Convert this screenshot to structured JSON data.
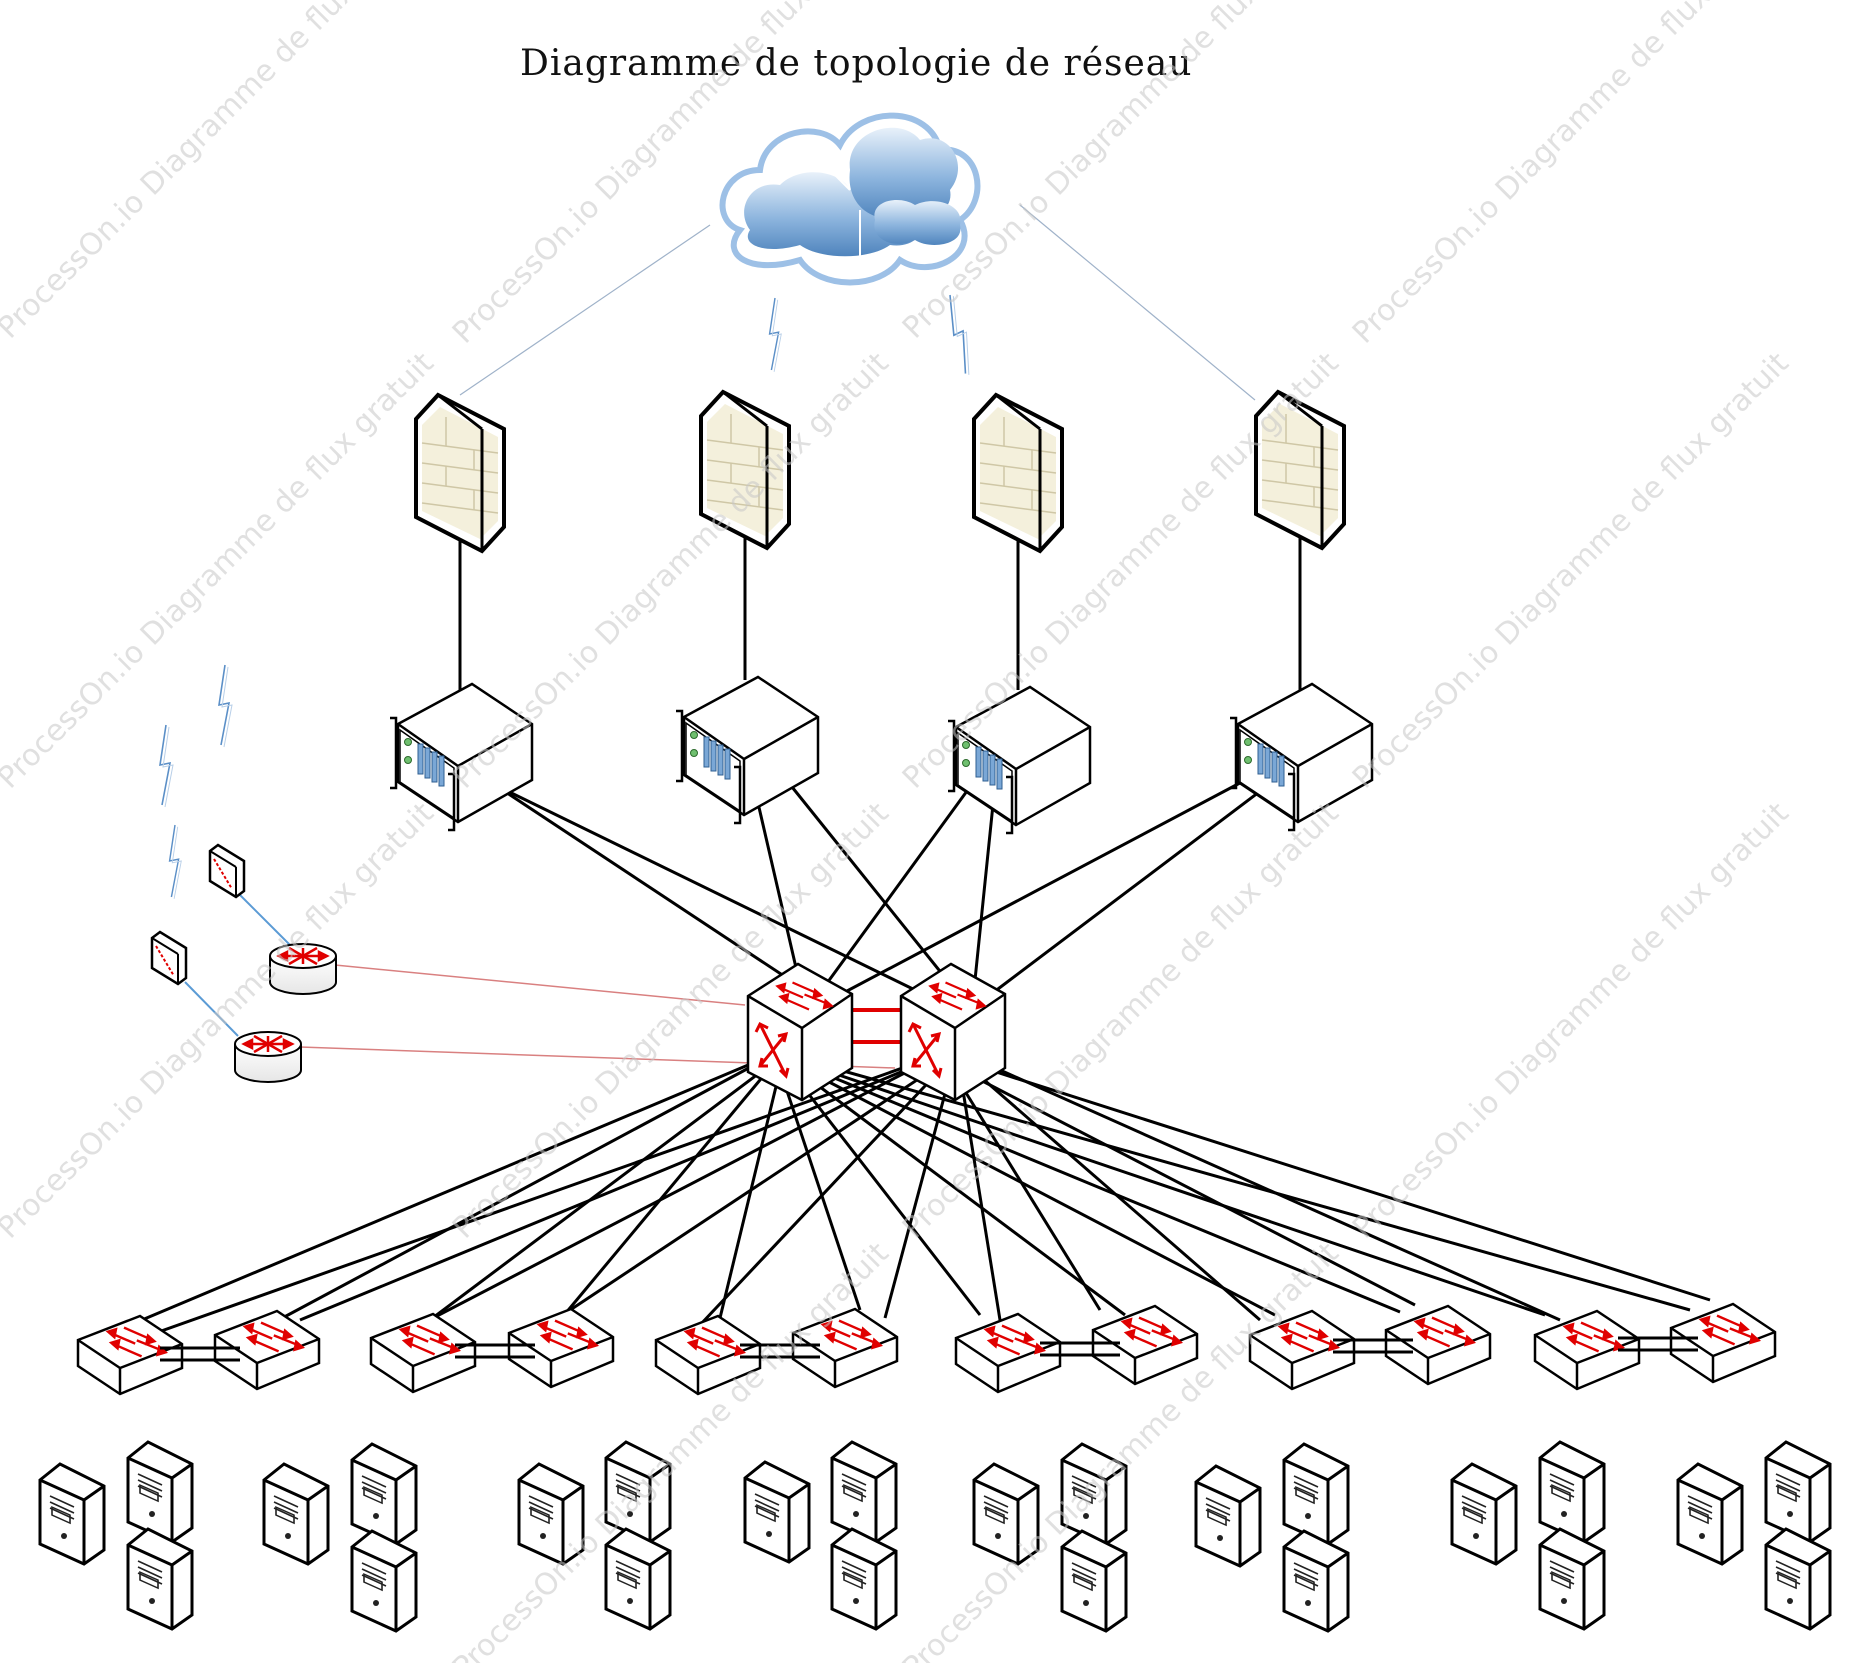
{
  "title": "Diagramme de topologie de réseau",
  "watermark": "ProcessOn.io Diagramme de flux gratuit",
  "colors": {
    "cloud": "#5b8fc7",
    "firewall_fill": "#f4f0dc",
    "switch_arrow": "#e00000",
    "core_link": "#e00000",
    "server_panel": "#7aa7d6"
  },
  "icons": {
    "cloud": "cloud-icon",
    "firewall": "firewall-icon",
    "rack_server": "rack-server-icon",
    "core_switch": "core-switch-icon",
    "access_switch": "access-switch-icon",
    "router": "router-icon",
    "wireless_ap": "wireless-ap-icon",
    "tower_server": "tower-server-icon",
    "lightning": "lightning-icon"
  },
  "counts": {
    "firewalls": 4,
    "rack_servers": 4,
    "core_switches": 2,
    "access_switches": 12,
    "routers": 2,
    "wireless_aps": 2,
    "tower_servers": 24
  }
}
